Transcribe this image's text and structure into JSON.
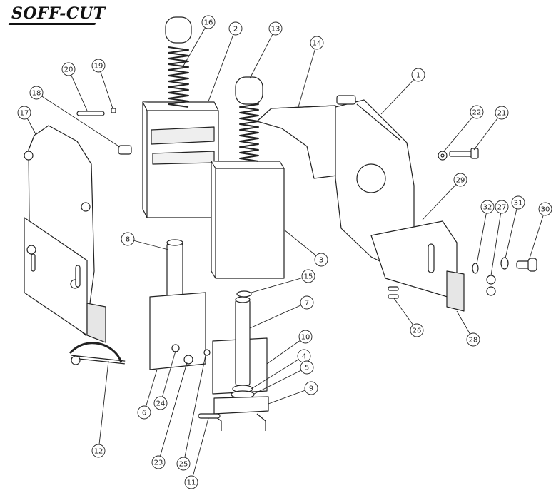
{
  "brand": {
    "logo_text": "SOFF-CUT"
  },
  "callouts": [
    "1",
    "2",
    "3",
    "4",
    "5",
    "6",
    "7",
    "8",
    "9",
    "10",
    "11",
    "12",
    "13",
    "14",
    "15",
    "16",
    "17",
    "18",
    "19",
    "20",
    "21",
    "22",
    "23",
    "24",
    "25",
    "26",
    "27",
    "28",
    "29",
    "30",
    "31",
    "32"
  ],
  "colors": {
    "line": "#222222",
    "part_fill": "#ffffff",
    "shade": "#dcdcdc",
    "callout_fill": "#ffffff"
  }
}
